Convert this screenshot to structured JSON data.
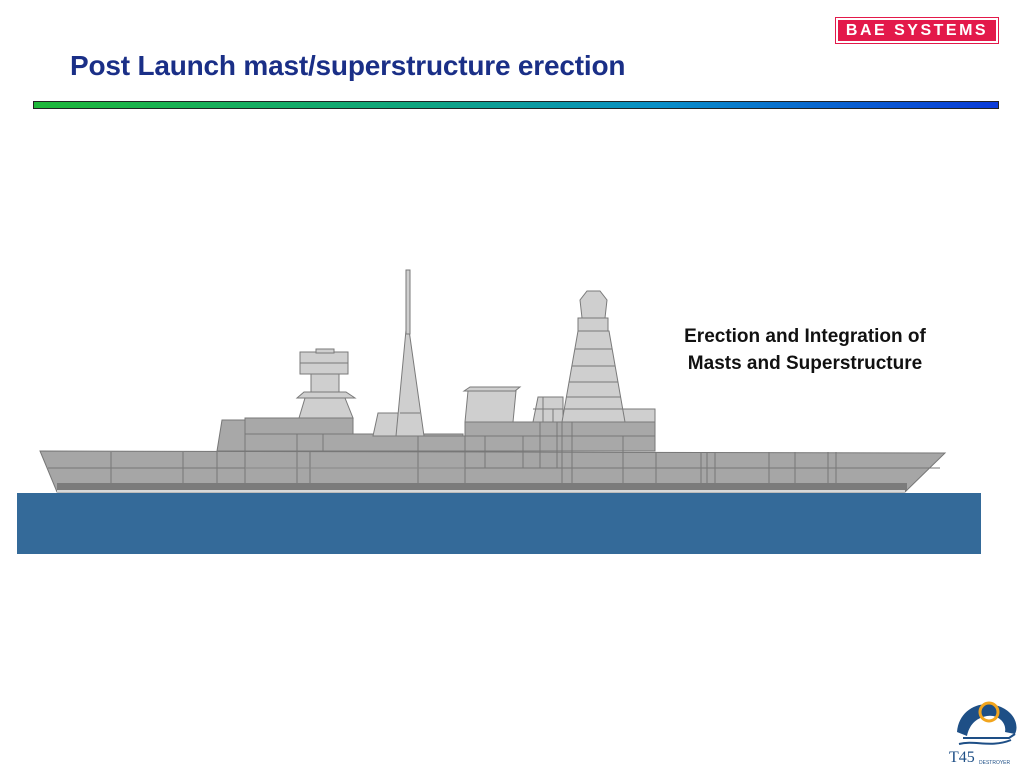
{
  "header": {
    "title": "Post Launch mast/superstructure erection",
    "brand_logo_text": "BAE SYSTEMS"
  },
  "caption": {
    "line1": "Erection and Integration of",
    "line2": "Masts and Superstructure"
  },
  "badge": {
    "text": "T45",
    "subtitle": "DESTROYER"
  },
  "colors": {
    "title": "#1a2f87",
    "brand": "#e3194a",
    "sea": "#346a99",
    "hull": "#a6a6a6",
    "superstructure": "#c9c9c9"
  }
}
